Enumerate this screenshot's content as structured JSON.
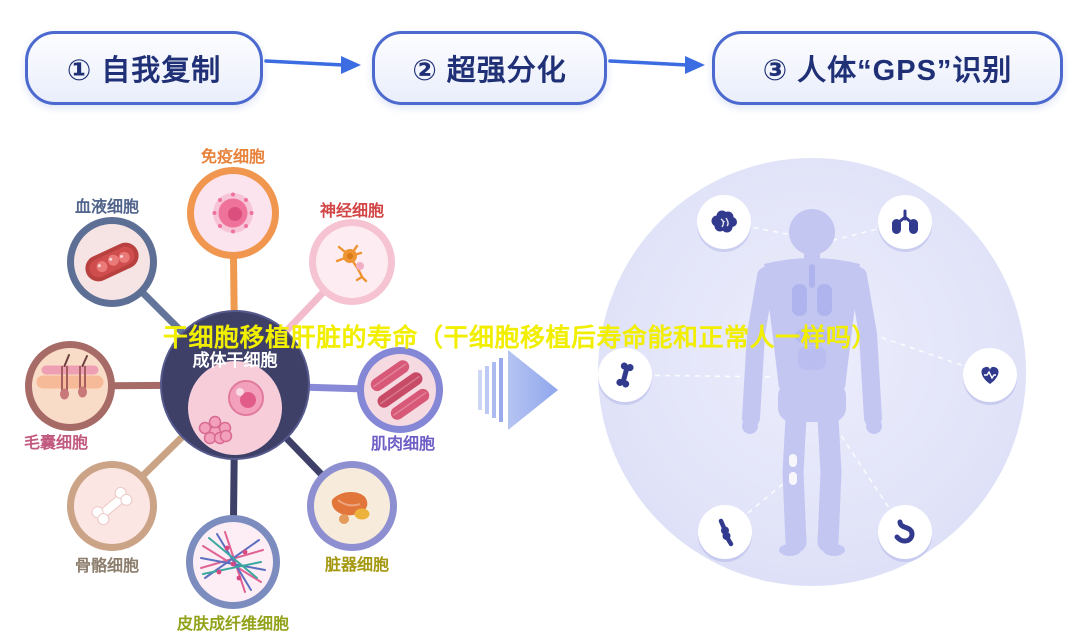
{
  "steps": {
    "items": [
      {
        "label": "① 自我复制"
      },
      {
        "label": "② 超强分化"
      },
      {
        "label": "③ 人体“GPS”识别"
      }
    ]
  },
  "watermark": {
    "text": "干细胞移植肝脏的寿命（干细胞移植后寿命能和正常人一样吗）",
    "color": "#f2ee00"
  },
  "stem": {
    "center": {
      "label": "成体干细胞"
    },
    "cells": [
      {
        "label": "血液细胞",
        "color": "#51648c"
      },
      {
        "label": "免疫细胞",
        "color": "#e8823b"
      },
      {
        "label": "神经细胞",
        "color": "#d24646"
      },
      {
        "label": "肌肉细胞",
        "color": "#6e5ec6"
      },
      {
        "label": "脏器细胞",
        "color": "#a3980e"
      },
      {
        "label": "皮肤成纤维细胞",
        "color": "#93a21b"
      },
      {
        "label": "骨骼细胞",
        "color": "#8c7d6d"
      },
      {
        "label": "毛囊细胞",
        "color": "#c25a80"
      }
    ]
  },
  "body_diagram": {
    "icons": [
      {
        "name": "brain-icon"
      },
      {
        "name": "lungs-icon"
      },
      {
        "name": "bone-icon"
      },
      {
        "name": "heart-icon"
      },
      {
        "name": "joint-icon"
      },
      {
        "name": "stomach-icon"
      }
    ],
    "circle_color": "#dfe1f8",
    "silhouette_color": "#c3c6f1"
  },
  "colors": {
    "step_border": "#4b69ce",
    "step_text": "#203076",
    "arrow_blue": "#3c6ce2",
    "icon_navy": "#323a8e",
    "center_circle": "#3e4068"
  }
}
